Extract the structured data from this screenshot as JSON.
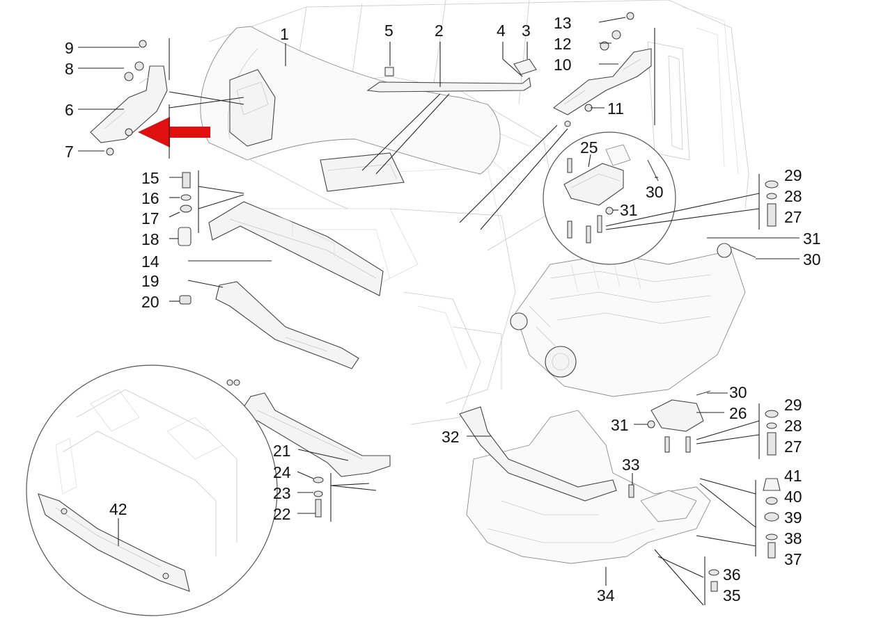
{
  "diagram": {
    "callouts": [
      {
        "id": "c1",
        "label": "1"
      },
      {
        "id": "c2",
        "label": "2"
      },
      {
        "id": "c3",
        "label": "3"
      },
      {
        "id": "c4",
        "label": "4"
      },
      {
        "id": "c5",
        "label": "5"
      },
      {
        "id": "c6",
        "label": "6"
      },
      {
        "id": "c7",
        "label": "7"
      },
      {
        "id": "c8",
        "label": "8"
      },
      {
        "id": "c9",
        "label": "9"
      },
      {
        "id": "c10",
        "label": "10"
      },
      {
        "id": "c11",
        "label": "11"
      },
      {
        "id": "c12",
        "label": "12"
      },
      {
        "id": "c13",
        "label": "13"
      },
      {
        "id": "c14",
        "label": "14"
      },
      {
        "id": "c15",
        "label": "15"
      },
      {
        "id": "c16",
        "label": "16"
      },
      {
        "id": "c17",
        "label": "17"
      },
      {
        "id": "c18",
        "label": "18"
      },
      {
        "id": "c19",
        "label": "19"
      },
      {
        "id": "c20",
        "label": "20"
      },
      {
        "id": "c21",
        "label": "21"
      },
      {
        "id": "c22",
        "label": "22"
      },
      {
        "id": "c23",
        "label": "23"
      },
      {
        "id": "c24",
        "label": "24"
      },
      {
        "id": "c25",
        "label": "25"
      },
      {
        "id": "c26",
        "label": "26"
      },
      {
        "id": "c27a",
        "label": "27"
      },
      {
        "id": "c27b",
        "label": "27"
      },
      {
        "id": "c28a",
        "label": "28"
      },
      {
        "id": "c28b",
        "label": "28"
      },
      {
        "id": "c29a",
        "label": "29"
      },
      {
        "id": "c29b",
        "label": "29"
      },
      {
        "id": "c30a",
        "label": "30"
      },
      {
        "id": "c30b",
        "label": "30"
      },
      {
        "id": "c30c",
        "label": "30"
      },
      {
        "id": "c31a",
        "label": "31"
      },
      {
        "id": "c31b",
        "label": "31"
      },
      {
        "id": "c31c",
        "label": "31"
      },
      {
        "id": "c32",
        "label": "32"
      },
      {
        "id": "c33",
        "label": "33"
      },
      {
        "id": "c34",
        "label": "34"
      },
      {
        "id": "c35",
        "label": "35"
      },
      {
        "id": "c36",
        "label": "36"
      },
      {
        "id": "c37",
        "label": "37"
      },
      {
        "id": "c38",
        "label": "38"
      },
      {
        "id": "c39",
        "label": "39"
      },
      {
        "id": "c40",
        "label": "40"
      },
      {
        "id": "c41",
        "label": "41"
      },
      {
        "id": "c42",
        "label": "42"
      }
    ],
    "highlight_arrow_color": "#e01010",
    "line_color": "#222222"
  }
}
